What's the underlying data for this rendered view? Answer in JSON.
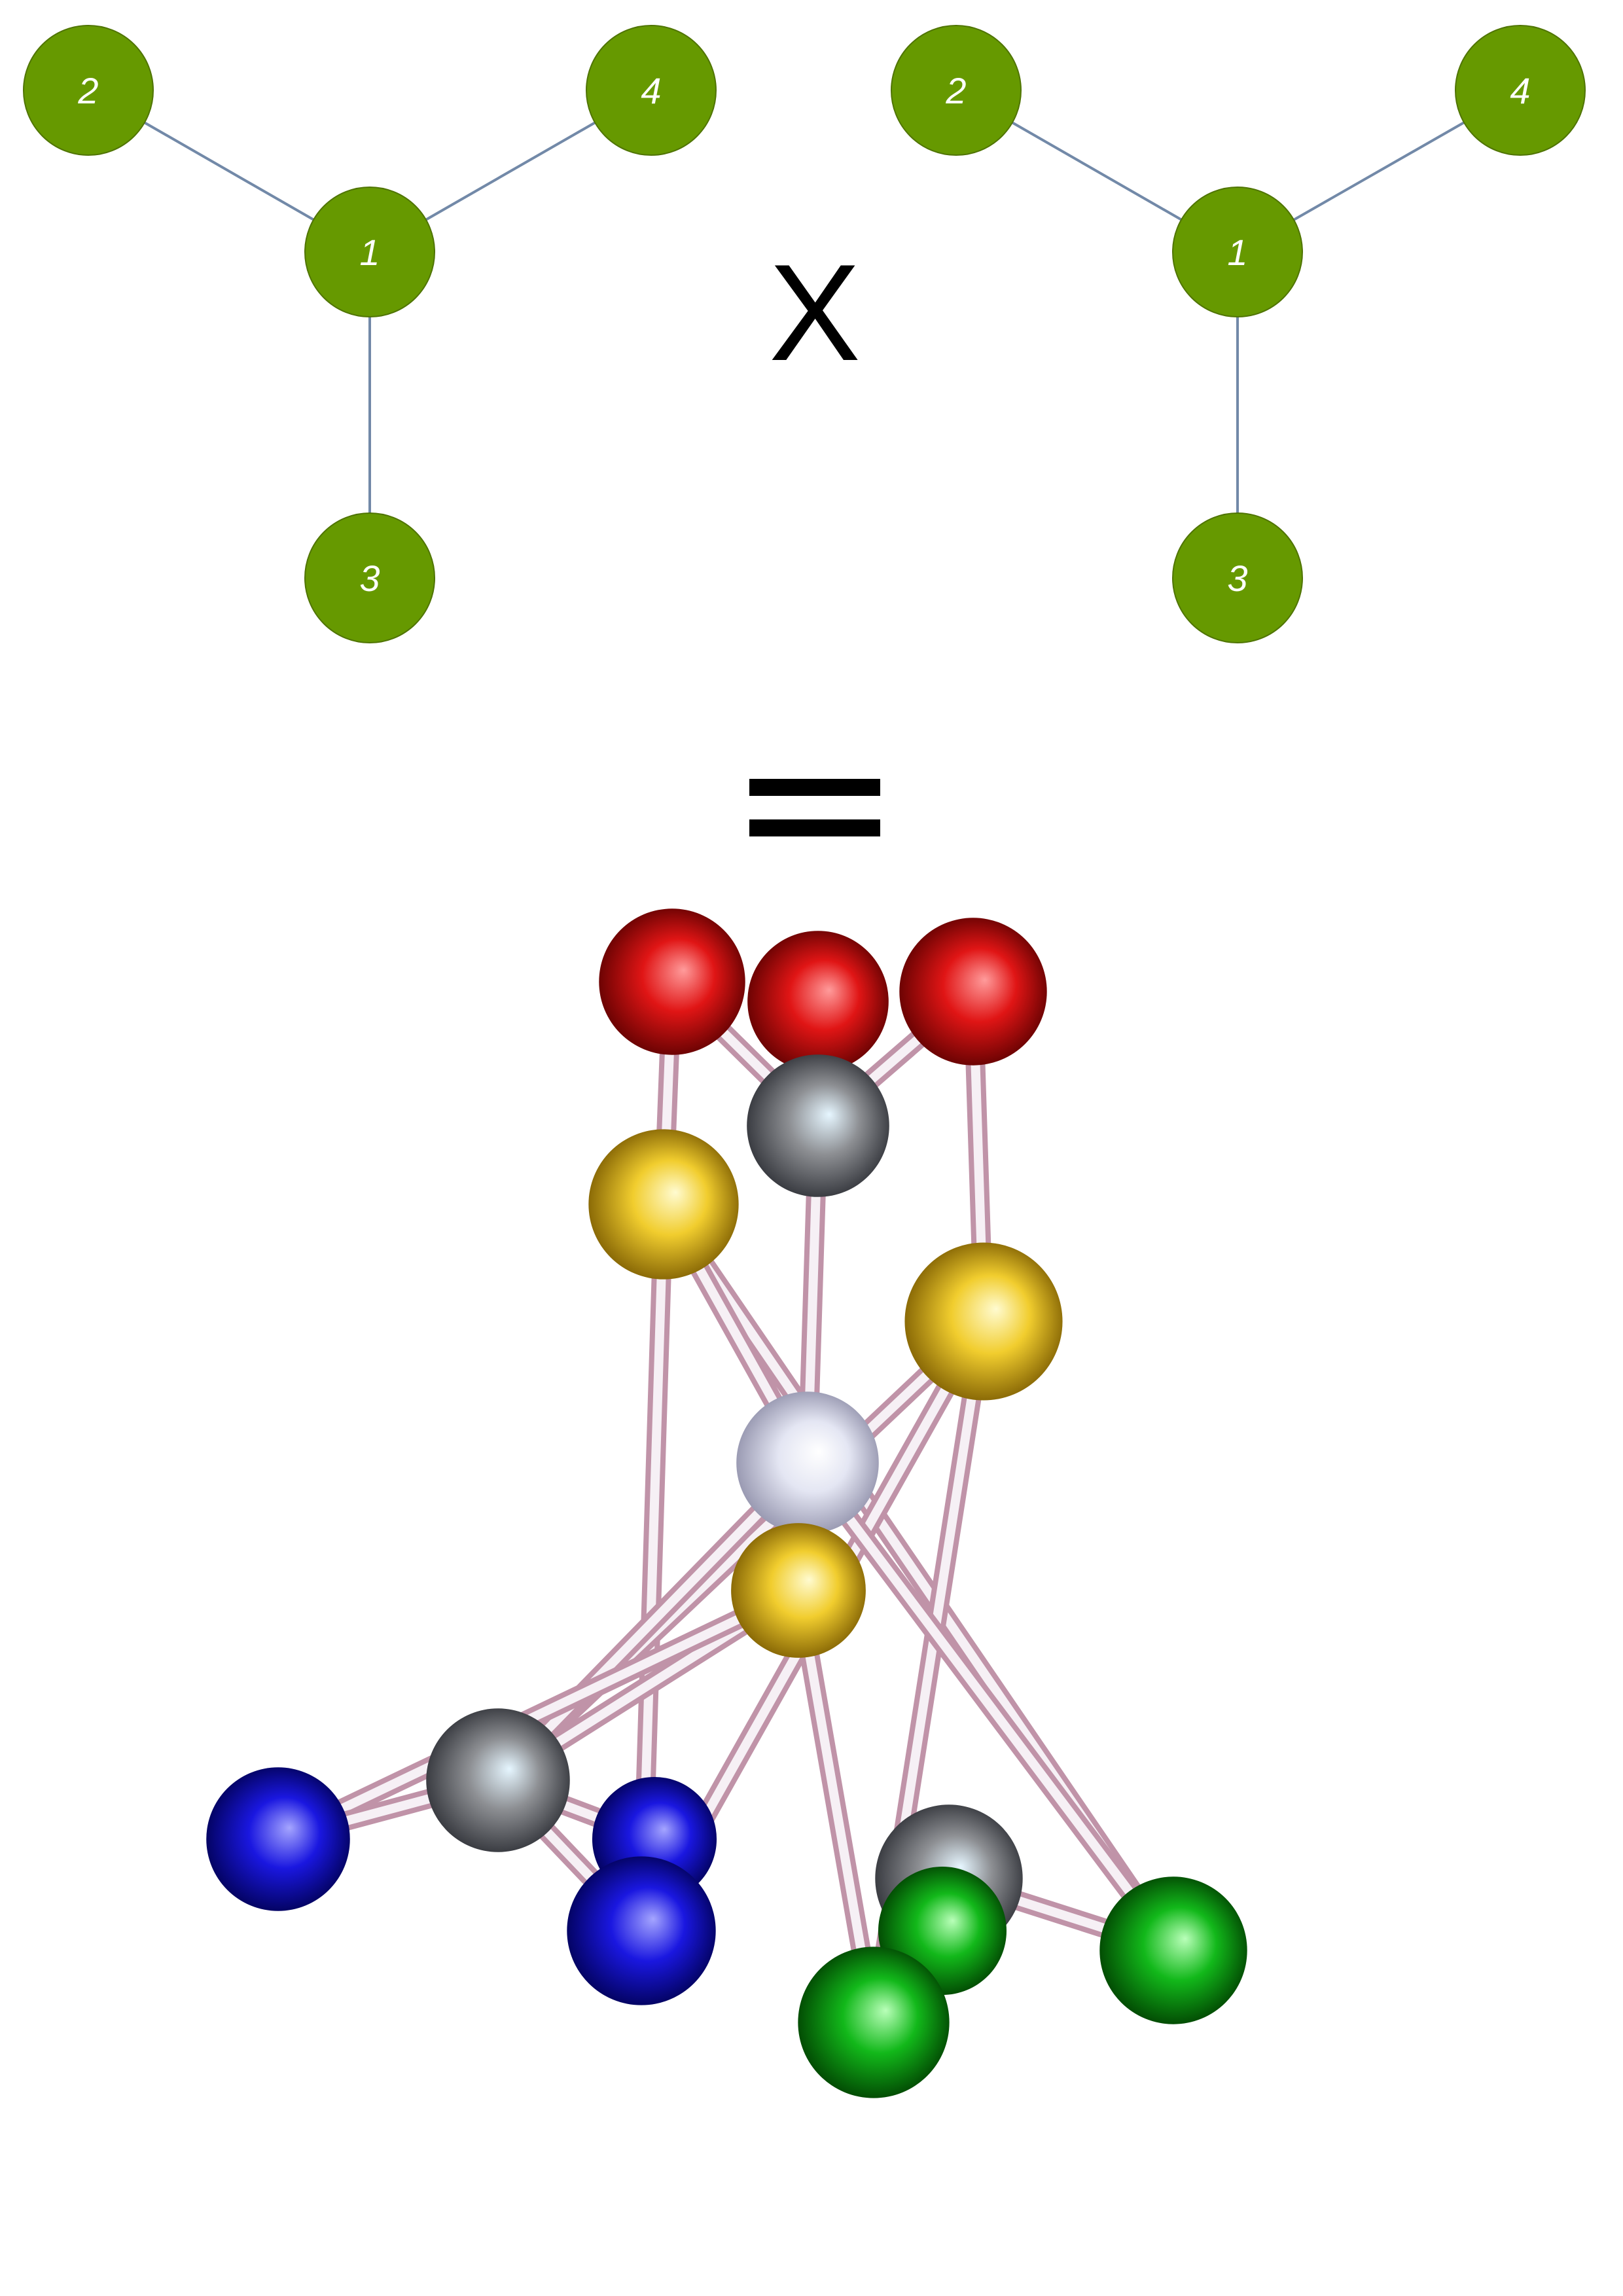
{
  "colors": {
    "graph_node_fill": "#669900",
    "graph_node_stroke": "#4f7400",
    "graph_edge": "#7289a8",
    "rod_light": "#f6eef4",
    "rod_shade": "#c59aae",
    "red": "#e01515",
    "yellow": "#f3d23a",
    "gray": "#8d8f93",
    "white": "#f4f5fb",
    "blue": "#1a17e0",
    "green": "#12b81a"
  },
  "left_graph": {
    "nodes": [
      {
        "id": "n1",
        "label": "1"
      },
      {
        "id": "n2",
        "label": "2"
      },
      {
        "id": "n3",
        "label": "3"
      },
      {
        "id": "n4",
        "label": "4"
      }
    ],
    "edges": [
      [
        "n1",
        "n2"
      ],
      [
        "n1",
        "n4"
      ],
      [
        "n1",
        "n3"
      ]
    ]
  },
  "right_graph": {
    "nodes": [
      {
        "id": "n1",
        "label": "1"
      },
      {
        "id": "n2",
        "label": "2"
      },
      {
        "id": "n3",
        "label": "3"
      },
      {
        "id": "n4",
        "label": "4"
      }
    ],
    "edges": [
      [
        "n1",
        "n2"
      ],
      [
        "n1",
        "n4"
      ],
      [
        "n1",
        "n3"
      ]
    ]
  },
  "operator_symbol": "X",
  "equals_symbol": "=",
  "product_graph": {
    "balls": [
      {
        "id": "r1",
        "color": "red"
      },
      {
        "id": "r2",
        "color": "red"
      },
      {
        "id": "r3",
        "color": "red"
      },
      {
        "id": "gA",
        "color": "gray"
      },
      {
        "id": "y1",
        "color": "yellow"
      },
      {
        "id": "y2",
        "color": "yellow"
      },
      {
        "id": "w",
        "color": "white"
      },
      {
        "id": "y3",
        "color": "yellow"
      },
      {
        "id": "gB",
        "color": "gray"
      },
      {
        "id": "b1",
        "color": "blue"
      },
      {
        "id": "b2",
        "color": "blue"
      },
      {
        "id": "b3",
        "color": "blue"
      },
      {
        "id": "gC",
        "color": "gray"
      },
      {
        "id": "g1",
        "color": "green"
      },
      {
        "id": "g2",
        "color": "green"
      },
      {
        "id": "g3",
        "color": "green"
      }
    ],
    "rods": [
      [
        "r1",
        "gA"
      ],
      [
        "r2",
        "gA"
      ],
      [
        "r3",
        "gA"
      ],
      [
        "r1",
        "y1"
      ],
      [
        "r3",
        "y2"
      ],
      [
        "gA",
        "w"
      ],
      [
        "y1",
        "b3"
      ],
      [
        "y1",
        "g2"
      ],
      [
        "y1",
        "w"
      ],
      [
        "y2",
        "g1"
      ],
      [
        "y2",
        "b3"
      ],
      [
        "y2",
        "gB"
      ],
      [
        "w",
        "gB"
      ],
      [
        "w",
        "g2"
      ],
      [
        "y3",
        "gB"
      ],
      [
        "y3",
        "b1"
      ],
      [
        "y3",
        "g1"
      ],
      [
        "gB",
        "b1"
      ],
      [
        "gB",
        "b2"
      ],
      [
        "gB",
        "b3"
      ],
      [
        "gC",
        "g1"
      ],
      [
        "gC",
        "g2"
      ],
      [
        "gC",
        "g3"
      ],
      [
        "y3",
        "w"
      ]
    ]
  }
}
